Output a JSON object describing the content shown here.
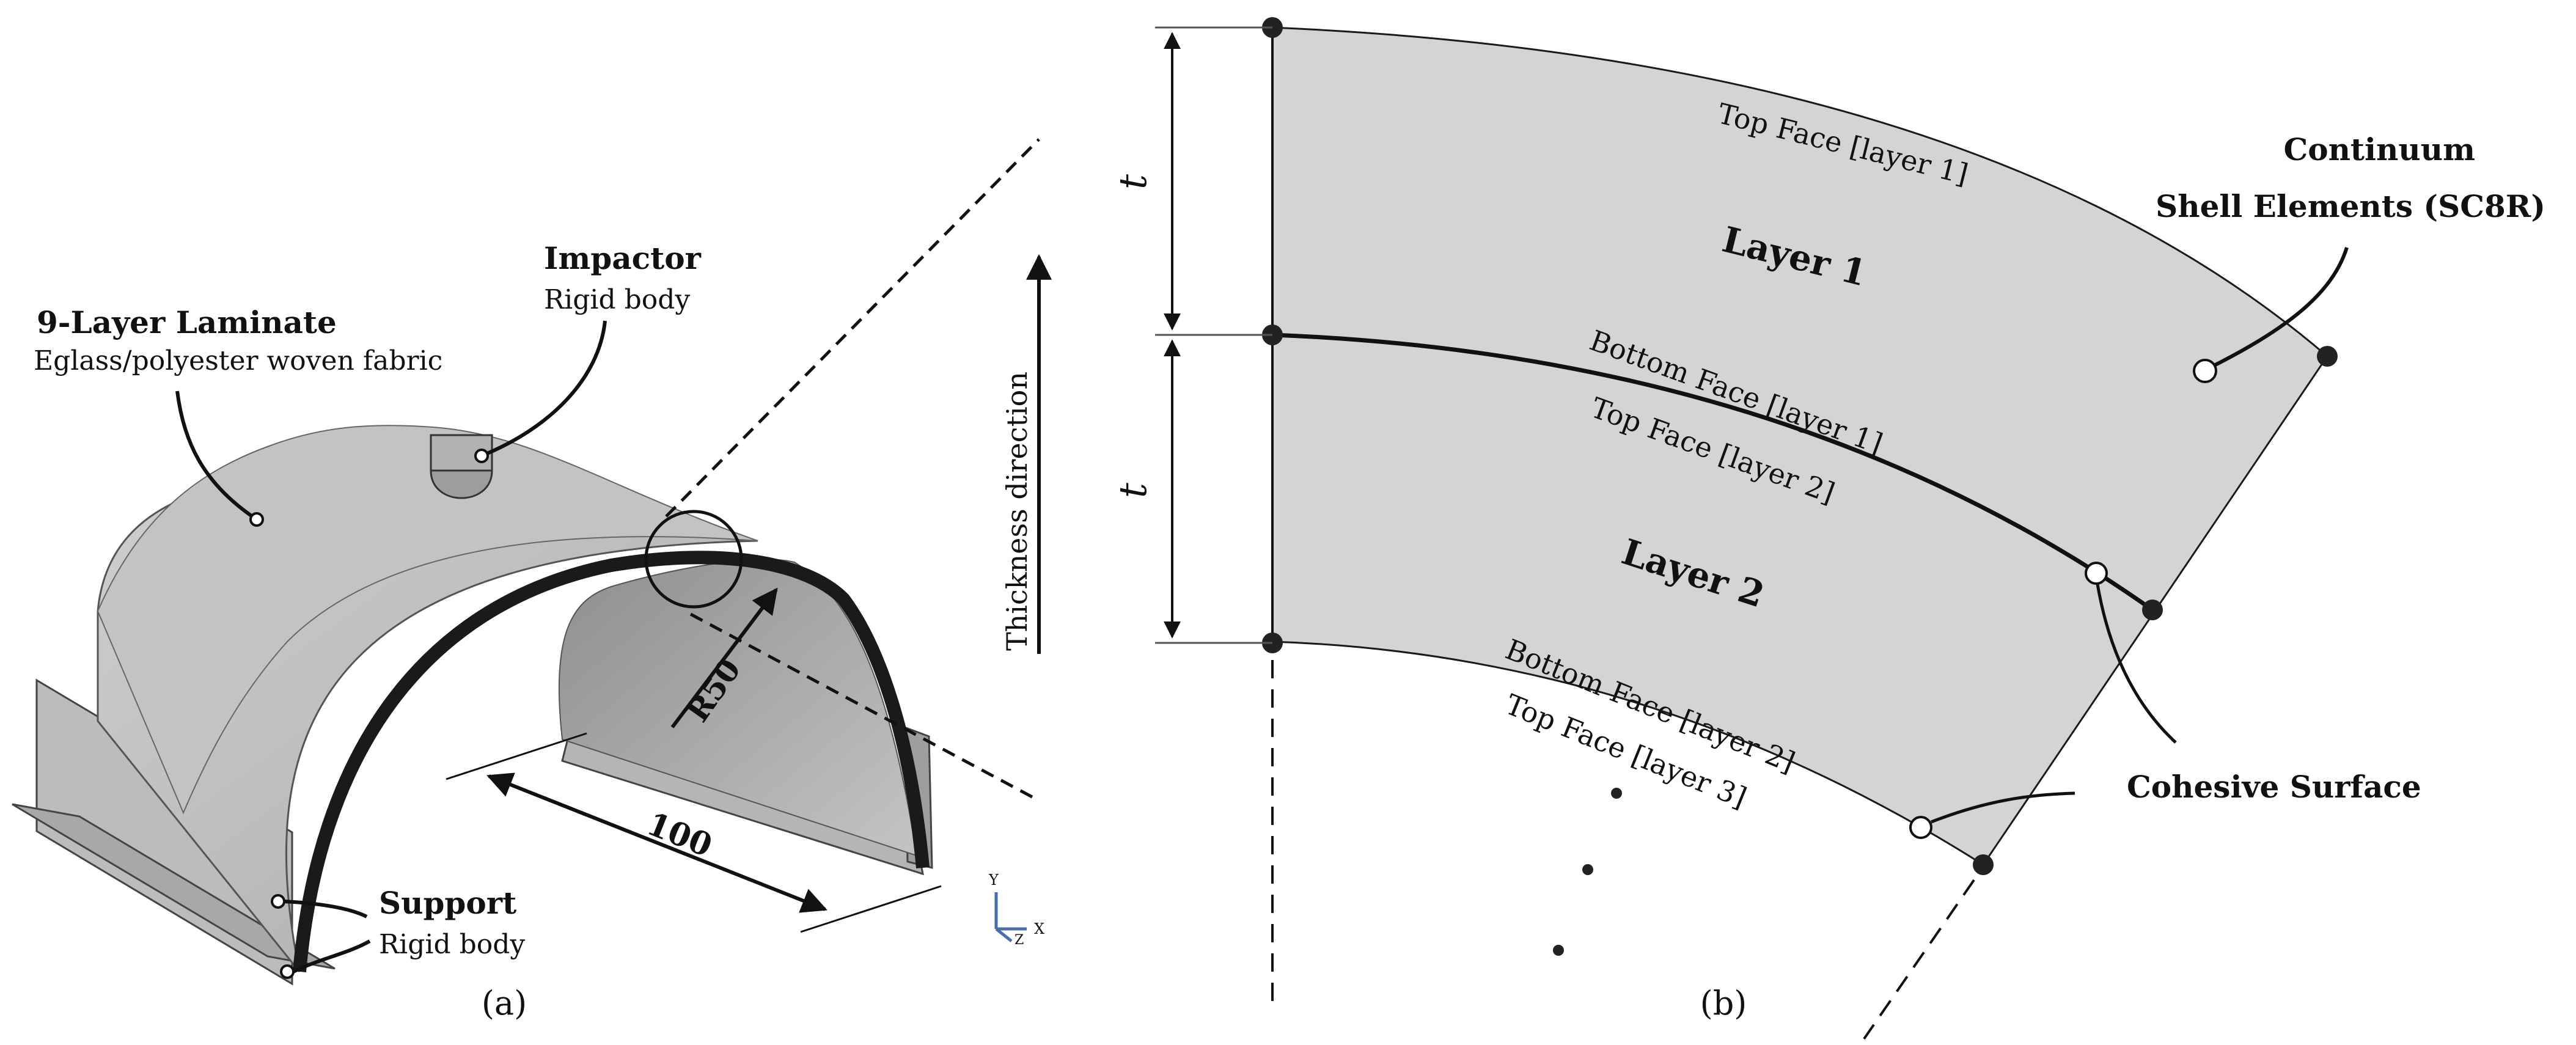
{
  "panel_a": {
    "caption": "(a)",
    "impactor": {
      "title": "Impactor",
      "subtitle": "Rigid body"
    },
    "laminate": {
      "title": "9-Layer Laminate",
      "subtitle": "Eglass/polyester woven fabric"
    },
    "support": {
      "title": "Support",
      "subtitle": "Rigid body"
    },
    "radius_label": "R50",
    "length_label": "100",
    "thickness_direction": "Thickness direction",
    "triad": {
      "y": "Y",
      "x": "X",
      "z": "Z"
    }
  },
  "panel_b": {
    "caption": "(b)",
    "t_label_1": "t",
    "t_label_2": "t",
    "top_face_layer1": "Top Face [layer 1]",
    "layer1": "Layer 1",
    "bottom_face_layer1": "Bottom Face [layer 1]",
    "top_face_layer2": "Top Face [layer 2]",
    "layer2": "Layer 2",
    "bottom_face_layer2": "Bottom Face [layer 2]",
    "top_face_layer3": "Top Face [layer 3]",
    "continuum_line1": "Continuum",
    "continuum_line2": "Shell Elements (SC8R)",
    "cohesive": "Cohesive Surface"
  },
  "colors": {
    "shell_fill": "#d4d4d4",
    "laminate_outer": "#bdbdbd",
    "laminate_inner": "#9a9a9a",
    "edge": "#1a1a1a"
  }
}
